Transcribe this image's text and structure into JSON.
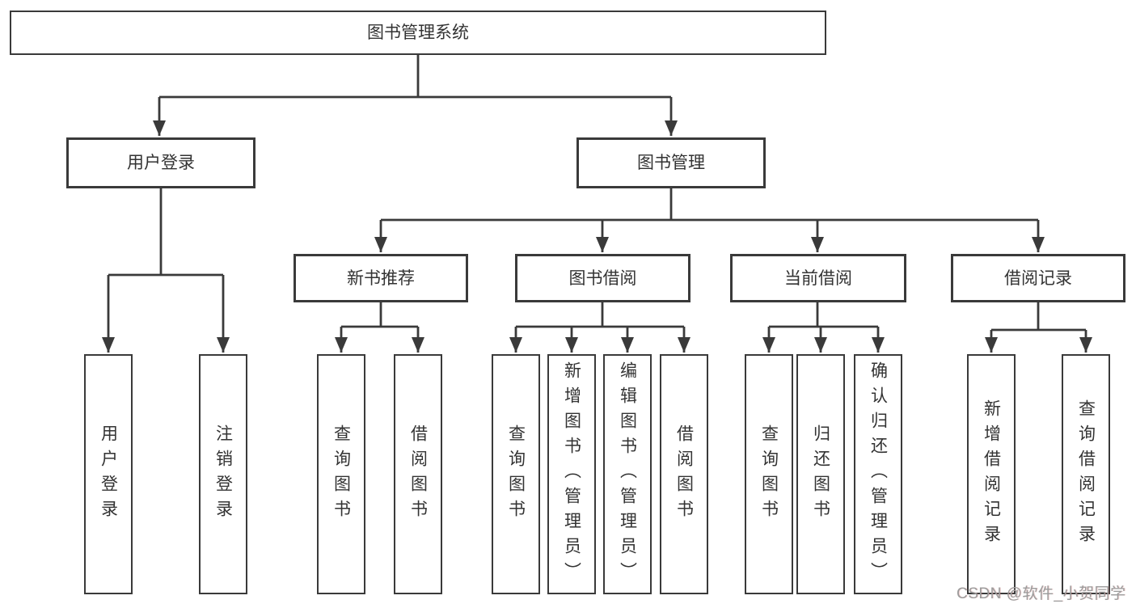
{
  "tree": {
    "label": "图书管理系统",
    "children": [
      {
        "label": "用户登录",
        "children": [
          {
            "label": "用户登录"
          },
          {
            "label": "注销登录"
          }
        ]
      },
      {
        "label": "图书管理",
        "children": [
          {
            "label": "新书推荐",
            "children": [
              {
                "label": "查询图书"
              },
              {
                "label": "借阅图书"
              }
            ]
          },
          {
            "label": "图书借阅",
            "children": [
              {
                "label": "查询图书"
              },
              {
                "label": "新增图书（管理员）"
              },
              {
                "label": "编辑图书（管理员）"
              },
              {
                "label": "借阅图书"
              }
            ]
          },
          {
            "label": "当前借阅",
            "children": [
              {
                "label": "查询图书"
              },
              {
                "label": "归还图书"
              },
              {
                "label": "确认归还（管理员）"
              }
            ]
          },
          {
            "label": "借阅记录",
            "children": [
              {
                "label": "新增借阅记录"
              },
              {
                "label": "查询借阅记录"
              }
            ]
          }
        ]
      }
    ]
  },
  "watermark": {
    "text": "CSDN @软件_小贺同学"
  },
  "colors": {
    "line": "#3a3a3a",
    "text": "#333333",
    "canvas-bg": "#ffffff",
    "watermark": "#9c9c9c"
  }
}
